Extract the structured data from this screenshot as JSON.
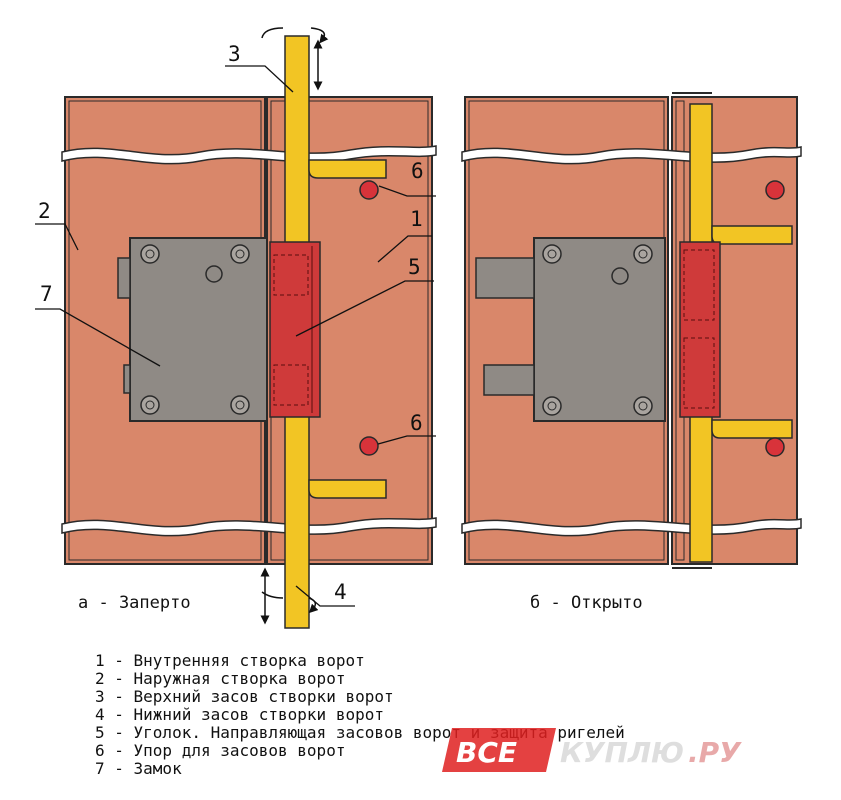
{
  "diagram": {
    "callouts": {
      "c1": "1",
      "c2": "2",
      "c3": "3",
      "c4": "4",
      "c5": "5",
      "c6a": "6",
      "c6b": "6",
      "c7": "7"
    },
    "captions": {
      "locked": "а - Заперто",
      "open": "б - Открыто"
    },
    "legend": [
      "1 - Внутренняя створка ворот",
      "2 - Наружная створка ворот",
      "3 - Верхний засов створки ворот",
      "4 - Нижний засов створки ворот",
      "5 - Уголок. Направляющая засовов ворот и защита ригелей",
      "6 - Упор для засовов ворот",
      "7 - Замок"
    ],
    "watermark": {
      "logo": "ВСЕ",
      "rest": "КУПЛЮ",
      "tld": ".РУ"
    },
    "colors": {
      "panel": "#d9876a",
      "bolt": "#f2c524",
      "guide": "#cf3a3a",
      "lock": "#8f8a85",
      "stop": "#d8333a",
      "watermark": "#e02020"
    }
  }
}
